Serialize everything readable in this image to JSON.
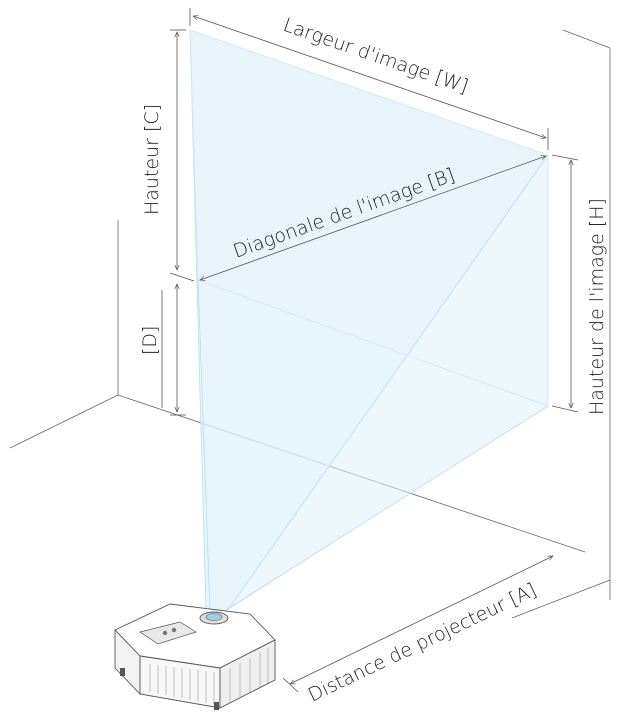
{
  "labels": {
    "image_width": "Largeur d'image [W]",
    "height_c": "Hauteur [C]",
    "diagonal": "Diagonale de l'image [B]",
    "image_height": "Hauteur de l'image [H]",
    "offset_d": "[D]",
    "projector_distance": "Distance de projecteur [A]"
  },
  "colors": {
    "beam_fill": "#e6f3fa",
    "beam_edge": "#b9dcec",
    "screen_fill": "#eaf5fb",
    "line": "#666666",
    "text": "#222222"
  }
}
